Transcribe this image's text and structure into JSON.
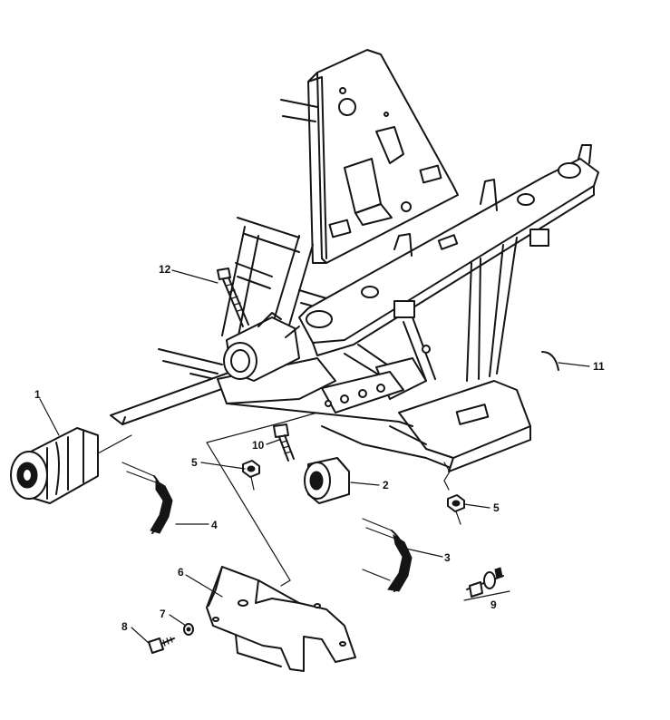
{
  "callouts": {
    "c1": "1",
    "c2": "2",
    "c3": "3",
    "c4": "4",
    "c5a": "5",
    "c5b": "5",
    "c6": "6",
    "c7": "7",
    "c8": "8",
    "c9": "9",
    "c10": "10",
    "c11": "11",
    "c12": "12"
  },
  "colors": {
    "ink": "#151515",
    "paper": "#ffffff"
  }
}
